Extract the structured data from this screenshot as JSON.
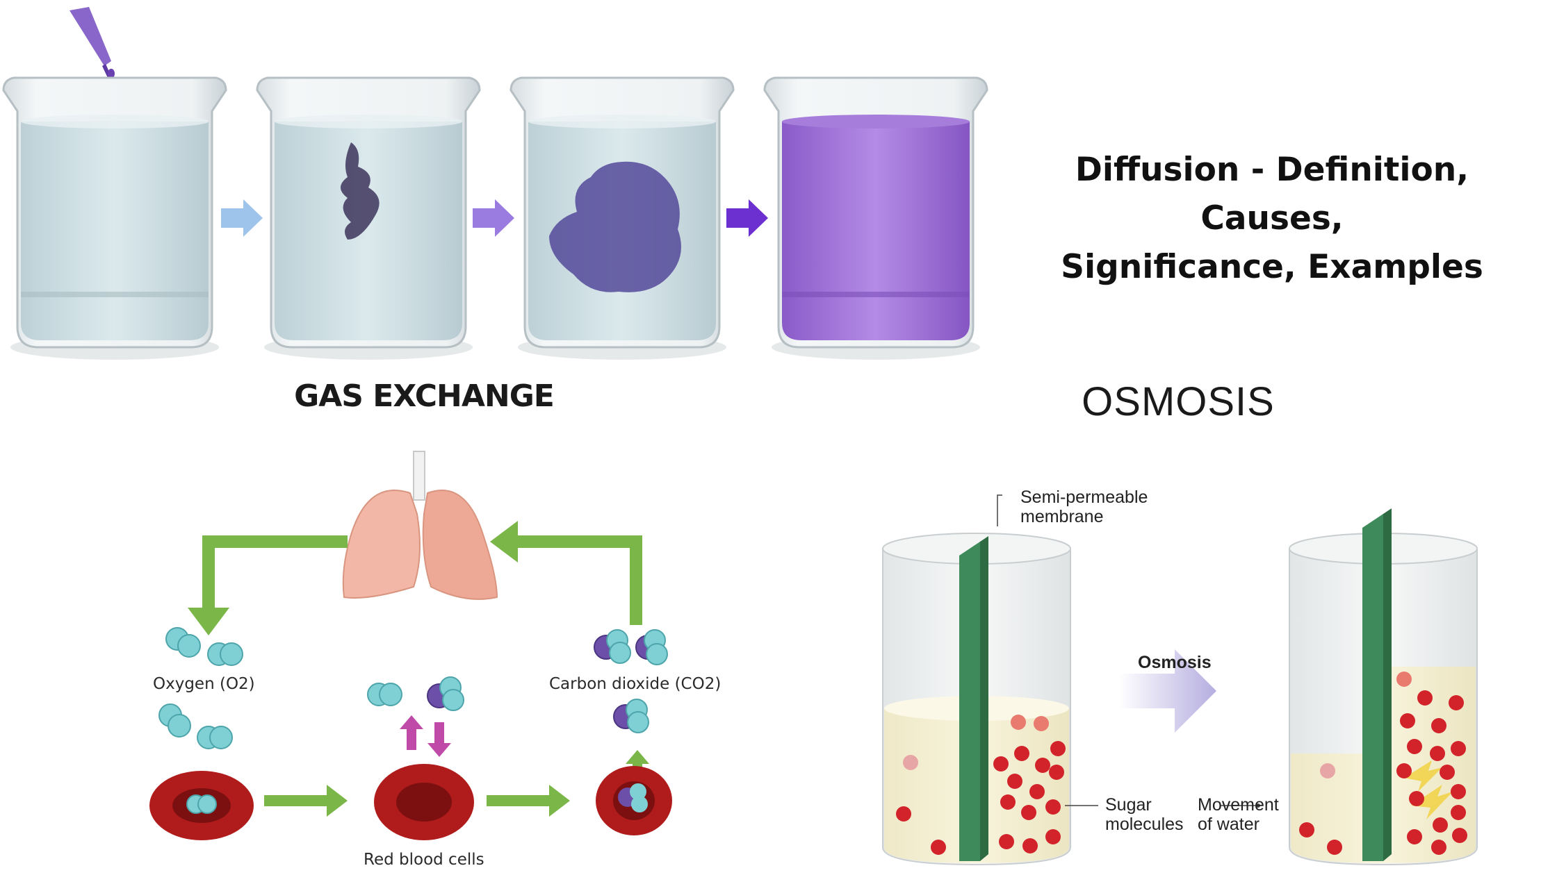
{
  "title_line1": "Diffusion - Definition, Causes,",
  "title_line2": "Significance, Examples",
  "gas_exchange": {
    "heading": "GAS EXCHANGE",
    "oxygen_label": "Oxygen (O2)",
    "co2_label": "Carbon dioxide (CO2)",
    "rbc_label": "Red blood cells"
  },
  "osmosis": {
    "heading": "OSMOSIS",
    "membrane_label_1": "Semi-permeable",
    "membrane_label_2": "membrane",
    "arrow_label": "Osmosis",
    "sugar_label_1": "Sugar",
    "sugar_label_2": "molecules",
    "water_label_1": "Movement",
    "water_label_2": "of water"
  },
  "colors": {
    "dye": "#6a3fb0",
    "green_arrow": "#7ab648",
    "membrane": "#3f8a5a",
    "sugar": "#d2232a",
    "rbc": "#b01b1b",
    "oxygen": "#7fd0d4",
    "co2_carbon": "#6b4fa8"
  }
}
